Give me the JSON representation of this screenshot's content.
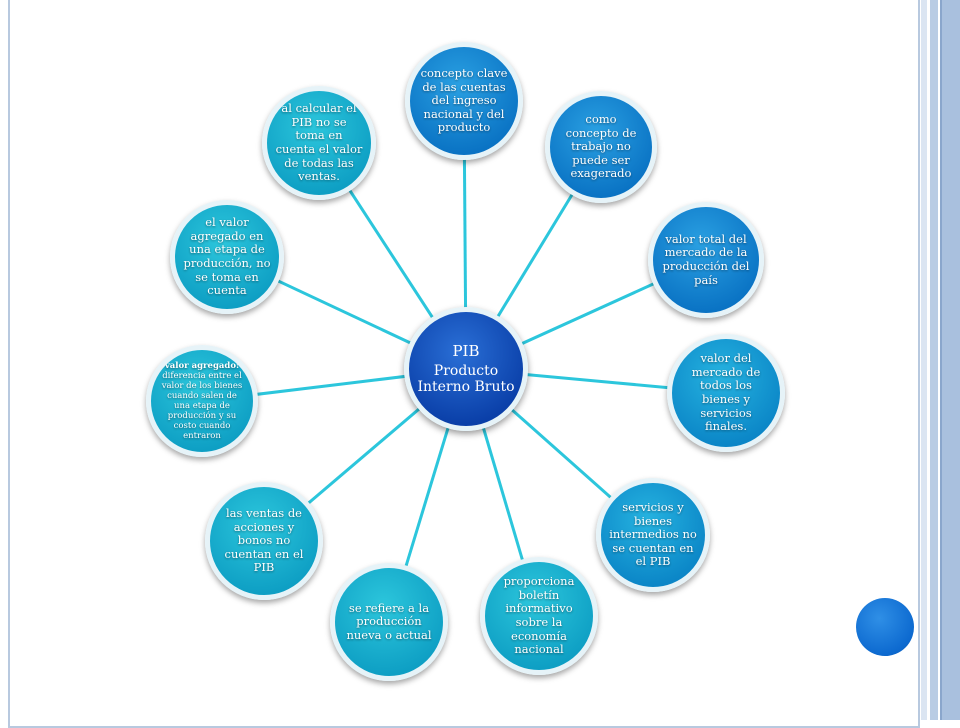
{
  "colors": {
    "center": "#0a3fa8",
    "satellite_blue": "#0a73c4",
    "satellite_teal": "#0e9fc4",
    "connector": "#2cc6dc",
    "corner_dot": "#0d6ad0",
    "frame": "#b8c9df"
  },
  "center": {
    "title": "PIB",
    "subtitle": "Producto Interno Bruto"
  },
  "nodes": [
    {
      "text": "concepto clave de las cuentas del ingreso nacional y del producto"
    },
    {
      "text": "como concepto de trabajo no puede ser exagerado"
    },
    {
      "text": "valor total del mercado de la producción del país"
    },
    {
      "text": "valor del mercado de todos los bienes y servicios finales."
    },
    {
      "text": "servicios y bienes intermedios no se cuentan en el PIB"
    },
    {
      "text": "proporciona boletín informativo sobre la economía nacional"
    },
    {
      "text": "se refiere a la producción nueva o actual"
    },
    {
      "text": "las ventas de acciones y bonos no cuentan en el PIB"
    },
    {
      "text_bold": "valor agregado:",
      "text": "diferencia entre el valor de los bienes cuando salen de una etapa de producción y su costo cuando entraron"
    },
    {
      "text": "el valor agregado en una etapa de producción, no se toma en cuenta"
    },
    {
      "text": "al calcular el PIB no se toma en cuenta el valor de todas las ventas."
    }
  ]
}
